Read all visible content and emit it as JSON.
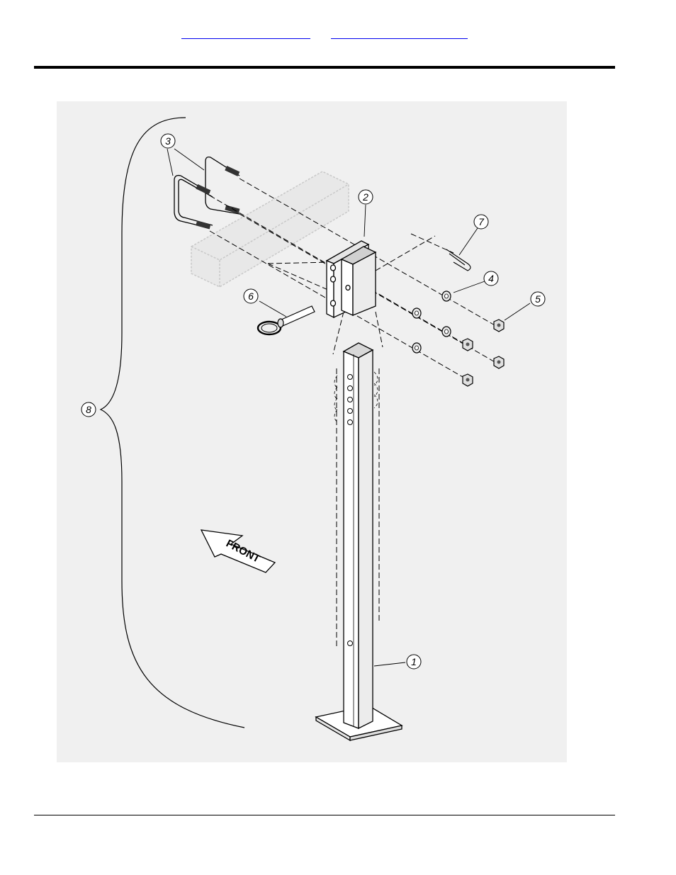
{
  "header": {
    "links": [
      "",
      ""
    ]
  },
  "figure": {
    "direction_label": "FRONT",
    "callouts": [
      {
        "id": "callout-1",
        "label": "1"
      },
      {
        "id": "callout-2",
        "label": "2"
      },
      {
        "id": "callout-3",
        "label": "3"
      },
      {
        "id": "callout-4",
        "label": "4"
      },
      {
        "id": "callout-5",
        "label": "5"
      },
      {
        "id": "callout-6",
        "label": "6"
      },
      {
        "id": "callout-7",
        "label": "7"
      },
      {
        "id": "callout-8",
        "label": "8"
      }
    ]
  }
}
